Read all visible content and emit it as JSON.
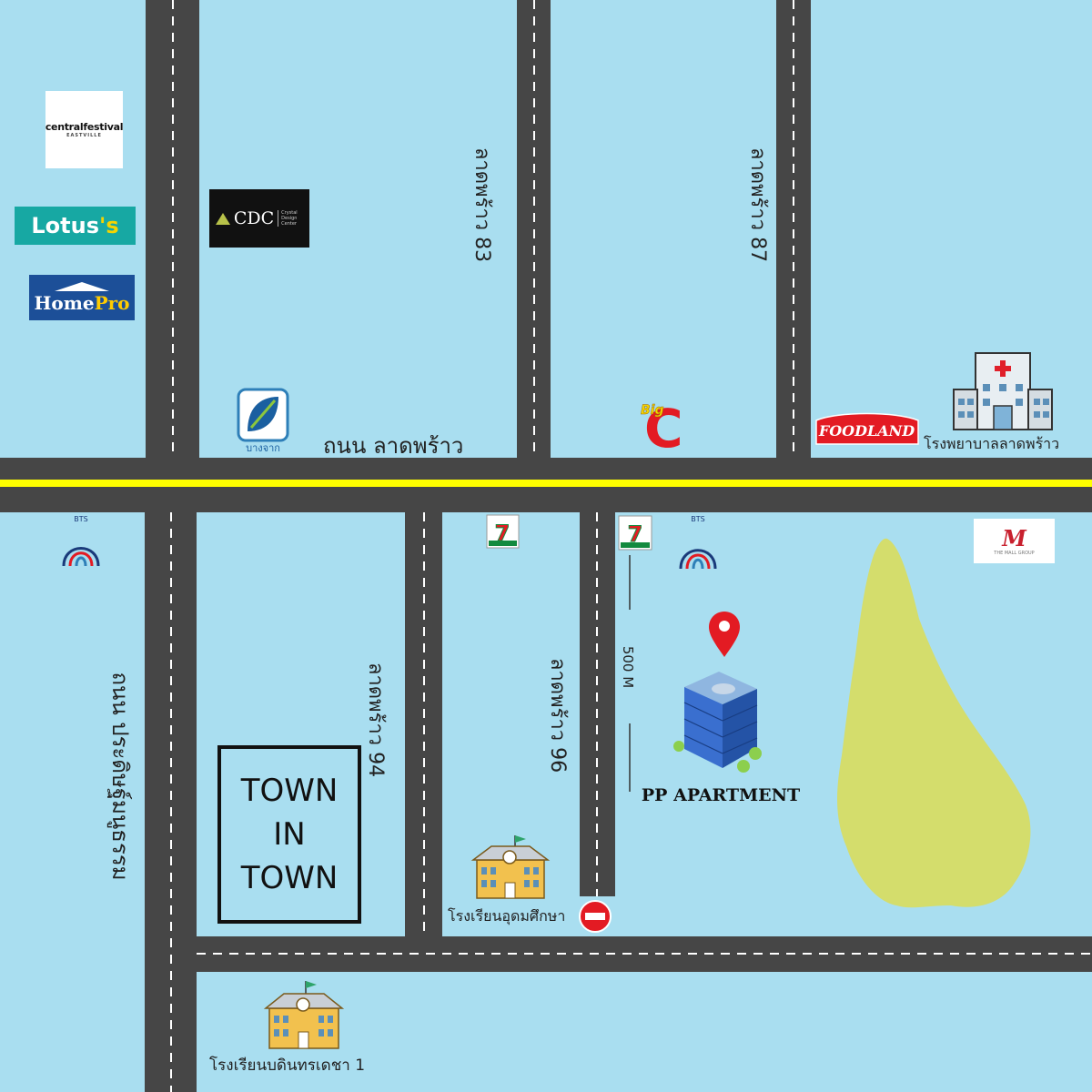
{
  "map": {
    "colors": {
      "block": "#a9def0",
      "road": "#464646",
      "main_road_line": "#ffff00",
      "lane_dash": "#ffffff",
      "park": "#d4dd6c",
      "pin": "#e31b23"
    },
    "road_labels": {
      "lat_phrao_road": "ถนน ลาดพร้าว",
      "soi_83": "ลาดพร้าว 83",
      "soi_87": "ลาดพร้าว 87",
      "soi_94": "ลาดพร้าว 94",
      "soi_96": "ลาดพร้าว 96",
      "pradit_manutham": "ถนน ประดิษฐ์มนูธรรม"
    },
    "distance_label": "500 M",
    "town_in_town": [
      "TOWN",
      "IN",
      "TOWN"
    ],
    "apartment_label": "PP APARTMENT",
    "places": {
      "hospital": "โรงพยาบาลลาดพร้าว",
      "school_udom": "โรงเรียนอุดมศึกษา",
      "school_bodindecha": "โรงเรียนบดินทรเดชา 1"
    },
    "logos": {
      "central_main": "centralfestival",
      "central_sub": "EASTVILLE",
      "lotus_main": "Lotus",
      "lotus_suffix": "'s",
      "homepro_main": "Home",
      "homepro_suffix": "Pro",
      "cdc_main": "CDC",
      "cdc_sub": "Crystal Design Center",
      "bangchak": "บางจาก",
      "bigc_small": "Big",
      "bigc_big": "C",
      "foodland": "FOODLAND",
      "seven_eleven": "7",
      "bts": "BTS",
      "the_mall_main": "M",
      "the_mall_sub": "THE MALL GROUP"
    },
    "icons": [
      "map-pin-icon",
      "building-icon",
      "hospital-icon",
      "school-icon",
      "no-entry-icon",
      "bts-icon",
      "seven-eleven-icon"
    ]
  }
}
